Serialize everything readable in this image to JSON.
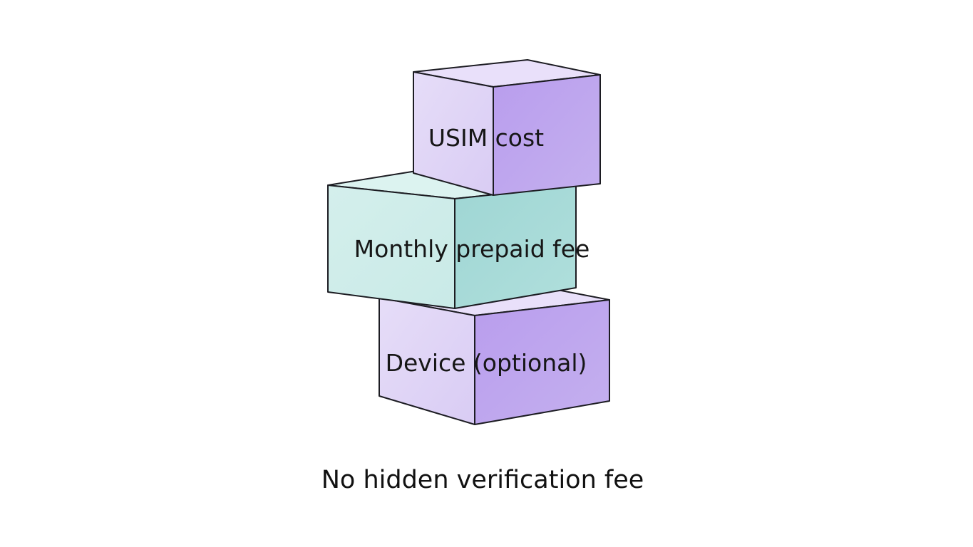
{
  "colors": {
    "lavender_front": "#e0d6f6",
    "lavender_side": "#bca6ec",
    "lavender_top": "#e9e0fa",
    "mint_front": "#cdece9",
    "mint_side": "#a3d8d6",
    "mint_top": "#dcf3f0",
    "outline": "#1c1c22",
    "text": "#161616"
  },
  "blocks": {
    "top": {
      "label": "USIM cost"
    },
    "middle": {
      "label": "Monthly prepaid fee"
    },
    "bottom": {
      "label": "Device (optional)"
    }
  },
  "caption": "No hidden verification fee"
}
